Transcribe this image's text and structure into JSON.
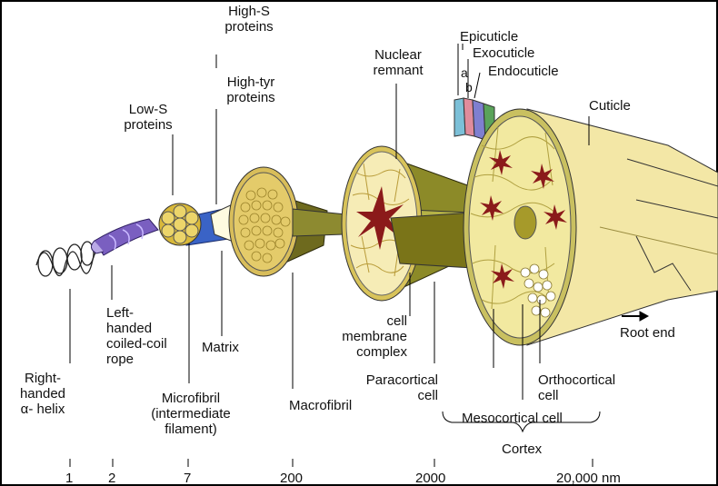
{
  "labels": {
    "alpha_helix": "Right-\nhanded\nα- helix",
    "coiled_coil": "Left-\nhanded\ncoiled-coil\nrope",
    "low_s": "Low-S\nproteins",
    "high_s": "High-S\nproteins",
    "high_tyr": "High-tyr\nproteins",
    "matrix": "Matrix",
    "microfibril": "Microfibril\n(intermediate\nfilament)",
    "macrofibril": "Macrofibril",
    "nuclear_remnant": "Nuclear\nremnant",
    "cmc": "cell\nmembrane\ncomplex",
    "paracortical": "Paracortical\ncell",
    "epicuticle": "Epicuticle",
    "exocuticle": "Exocuticle",
    "endocuticle": "Endocuticle",
    "a": "a",
    "b": "b",
    "cuticle": "Cuticle",
    "root_end": "Root end",
    "orthocortical": "Orthocortical\ncell",
    "mesocortical": "Mesocortical cell",
    "cortex": "Cortex"
  },
  "scale": [
    "1",
    "2",
    "7",
    "200",
    "2000",
    "20,000 nm"
  ],
  "colors": {
    "cuticle_fill": "#f3e7a6",
    "fibril_fill": "#e3c45a",
    "cortex_fill": "#c9c060",
    "nucleus": "#8b1a1a",
    "rope": "#7a5fc0",
    "matrix_blue": "#3a63c6"
  }
}
